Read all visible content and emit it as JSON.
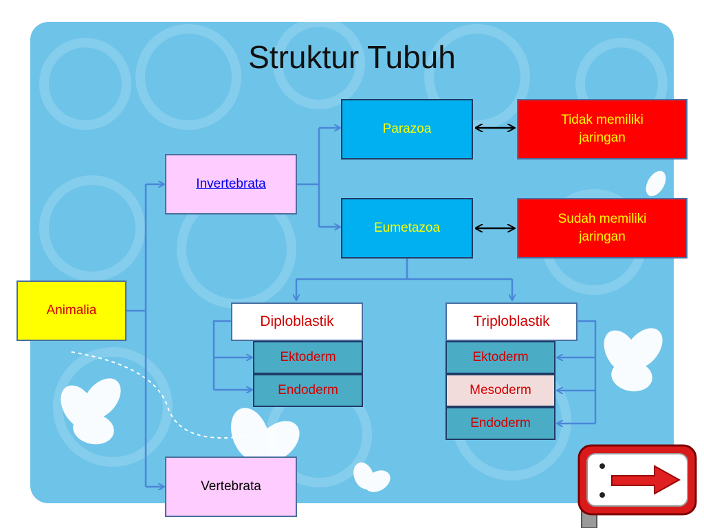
{
  "title": "Struktur Tubuh",
  "nodes": {
    "animalia": "Animalia",
    "invertebrata": "Invertebrata",
    "vertebrata": "Vertebrata",
    "parazoa": "Parazoa",
    "eumetazoa": "Eumetazoa",
    "parazoa_desc": "Tidak memiliki jaringan",
    "eumetazoa_desc": "Sudah memiliki jaringan",
    "diploblastik": "Diploblastik",
    "triploblastik": "Triploblastik",
    "diplo_layers": [
      "Ektoderm",
      "Endoderm"
    ],
    "triplo_layers": [
      "Ektoderm",
      "Mesoderm",
      "Endoderm"
    ]
  },
  "colors": {
    "connector": "#4a86d8",
    "background": "#6ec3e8"
  },
  "icons": {
    "next_button": "next-arrow-sign-icon"
  }
}
